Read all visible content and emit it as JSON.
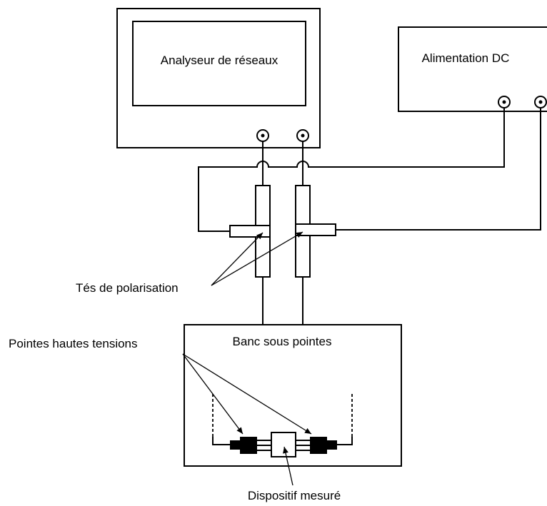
{
  "labels": {
    "analyzer": "Analyseur de réseaux",
    "dc_supply": "Alimentation DC",
    "bias_tees": "Tés de polarisation",
    "probe_station": "Banc sous pointes",
    "hv_probes": "Pointes hautes tensions",
    "dut": "Dispositif mesuré"
  }
}
